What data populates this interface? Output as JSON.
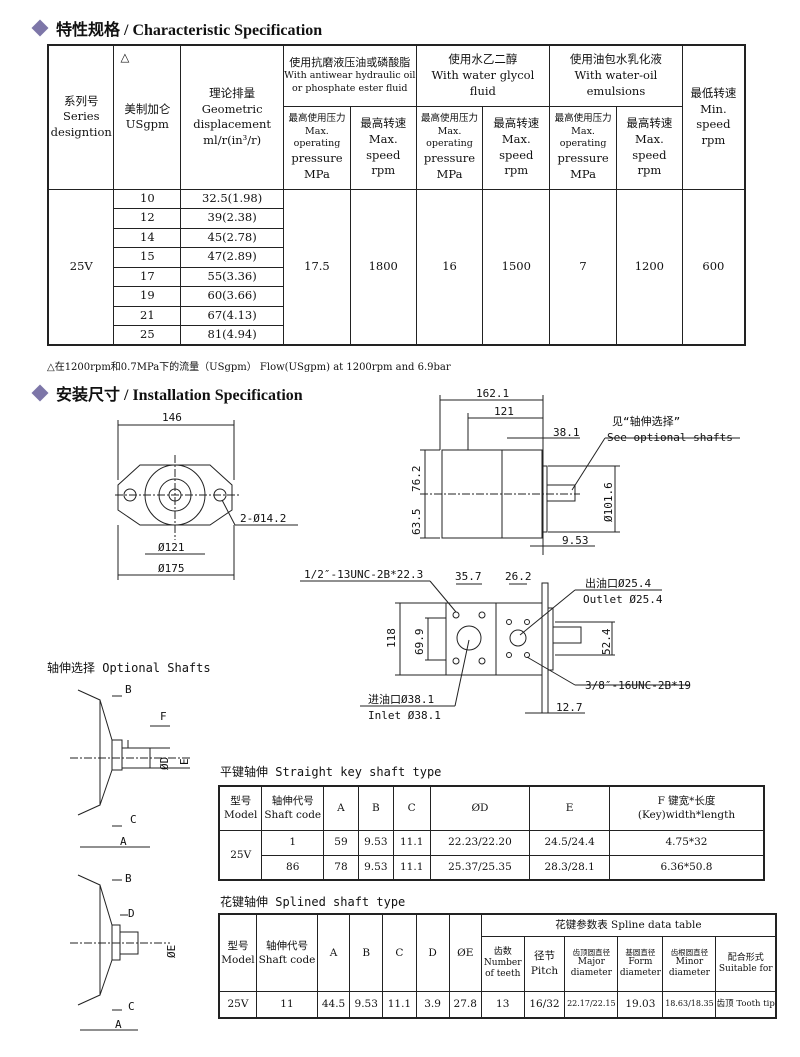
{
  "section1": {
    "title": "特性规格 / Characteristic Specification"
  },
  "spec": {
    "h_series": "系列号",
    "h_series_en": "Series",
    "h_series_en2": "designtion",
    "h_tri": "△",
    "h_usgpm_cn": "美制加仑",
    "h_usgpm": "USgpm",
    "h_disp_cn": "理论排量",
    "h_disp1": "Geometric",
    "h_disp2": "displacement",
    "h_disp3": "ml/r(in³/r)",
    "g1_cn": "使用抗磨液压油或磷酸脂",
    "g1_en1": "With antiwear hydraulic oil",
    "g1_en2": "or phosphate ester fluid",
    "g2_cn": "使用水乙二醇",
    "g2_en1": "With water glycol",
    "g2_en2": "fluid",
    "g3_cn": "使用油包水乳化液",
    "g3_en1": "With water-oil",
    "g3_en2": "emulsions",
    "minspeed_cn": "最低转速",
    "minspeed_en": "Min. speed",
    "minspeed_unit": "rpm",
    "p_cn": "最高使用压力",
    "p_en": "Max. operating",
    "p_en2": "pressure",
    "p_unit": "MPa",
    "s_cn": "最高转速",
    "s_en": "Max. speed",
    "s_unit": "rpm",
    "series": "25V",
    "rows": [
      {
        "usgpm": "10",
        "disp": "32.5(1.98)"
      },
      {
        "usgpm": "12",
        "disp": "39(2.38)"
      },
      {
        "usgpm": "14",
        "disp": "45(2.78)"
      },
      {
        "usgpm": "15",
        "disp": "47(2.89)"
      },
      {
        "usgpm": "17",
        "disp": "55(3.36)"
      },
      {
        "usgpm": "19",
        "disp": "60(3.66)"
      },
      {
        "usgpm": "21",
        "disp": "67(4.13)"
      },
      {
        "usgpm": "25",
        "disp": "81(4.94)"
      }
    ],
    "p1": "17.5",
    "s1": "1800",
    "p2": "16",
    "s2": "1500",
    "p3": "7",
    "s3": "1200",
    "min": "600"
  },
  "footnote": "△在1200rpm和0.7MPa下的流量（USgpm） Flow(USgpm) at 1200rpm and 6.9bar",
  "section2": {
    "title": "安装尺寸 / Installation Specification"
  },
  "drawing": {
    "front": {
      "w": "146",
      "holes": "2-Ø14.2",
      "pilot": "Ø121",
      "outer": "Ø175"
    },
    "side": {
      "l1": "162.1",
      "l2": "121",
      "l3": "38.1",
      "h1": "76.2",
      "h2": "63.5",
      "d": "Ø101.6",
      "f": "9.53",
      "note_cn": "见“轴伸选择”",
      "note_en": "See optional shafts"
    },
    "top": {
      "thread1": "1/2″-13UNC-2B*22.3",
      "d1": "35.7",
      "d2": "26.2",
      "out_cn": "出油口Ø25.4",
      "out_en": "Outlet Ø25.4",
      "h": "118",
      "h2": "69.9",
      "h3": "52.4",
      "thread2": "3/8″-16UNC-2B*19",
      "in_cn": "进油口Ø38.1",
      "in_en": "Inlet Ø38.1",
      "f": "12.7"
    }
  },
  "optional": {
    "title": "轴伸选择 Optional Shafts",
    "labels": {
      "B": "B",
      "F": "F",
      "D": "ØD",
      "E": "E",
      "C": "C",
      "A": "A",
      "D2": "D",
      "E2": "ØE"
    }
  },
  "straight": {
    "title": "平键轴伸 Straight key shaft type",
    "h": {
      "model_cn": "型号",
      "model": "Model",
      "code_cn": "轴伸代号",
      "code": "Shaft code",
      "A": "A",
      "B": "B",
      "C": "C",
      "D": "ØD",
      "E": "E",
      "F": "F 键宽*长度",
      "F2": "(Key)width*length"
    },
    "model": "25V",
    "rows": [
      {
        "code": "1",
        "A": "59",
        "B": "9.53",
        "C": "11.1",
        "D": "22.23/22.20",
        "E": "24.5/24.4",
        "F": "4.75*32"
      },
      {
        "code": "86",
        "A": "78",
        "B": "9.53",
        "C": "11.1",
        "D": "25.37/25.35",
        "E": "28.3/28.1",
        "F": "6.36*50.8"
      }
    ]
  },
  "spline": {
    "title": "花键轴伸 Splined shaft type",
    "h": {
      "model_cn": "型号",
      "model": "Model",
      "code_cn": "轴伸代号",
      "code": "Shaft code",
      "A": "A",
      "B": "B",
      "C": "C",
      "D": "D",
      "E": "ØE",
      "table": "花键参数表 Spline data table",
      "teeth_cn": "齿数",
      "teeth": "Number",
      "teeth2": "of teeth",
      "pitch_cn": "径节",
      "pitch": "Pitch",
      "major_cn": "齿顶圆直径",
      "major": "Major",
      "major2": "diameter",
      "form_cn": "基圆直径",
      "form": "Form",
      "form2": "diameter",
      "minor_cn": "齿根圆直径",
      "minor": "Minor",
      "minor2": "diameter",
      "fit_cn": "配合形式",
      "fit": "Suitable for"
    },
    "row": {
      "model": "25V",
      "code": "11",
      "A": "44.5",
      "B": "9.53",
      "C": "11.1",
      "D": "3.9",
      "E": "27.8",
      "teeth": "13",
      "pitch": "16/32",
      "major": "22.17/22.15",
      "form": "19.03",
      "minor": "18.63/18.35",
      "fit": "齿顶 Tooth tip"
    }
  }
}
